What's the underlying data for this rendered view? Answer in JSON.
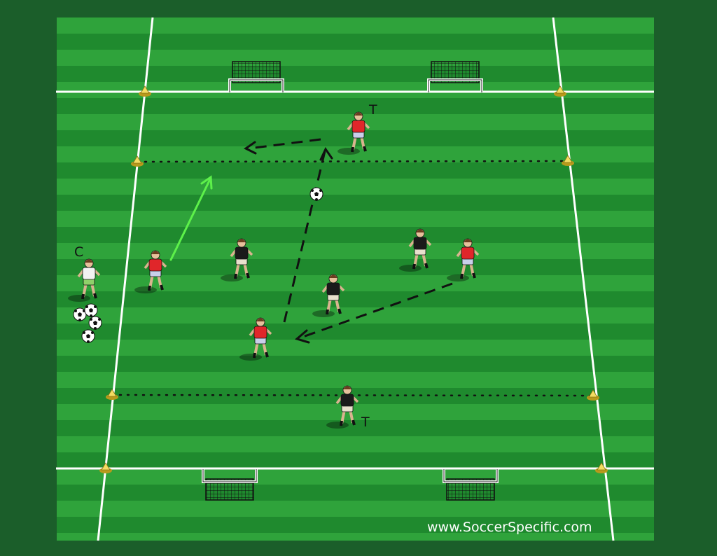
{
  "labels": {
    "coach": "C",
    "target_top": "T",
    "target_bottom": "T"
  },
  "watermark": "www.SoccerSpecific.com",
  "colors": {
    "background": "#1b5e2a",
    "grass_light": "#2fa33b",
    "grass_dark": "#1f8a2e",
    "lines": "#ffffff",
    "cones": "#f3dc62",
    "team_red": "#e0262a",
    "team_black": "#1a1a1a",
    "coach_kit": "#f2f2f2",
    "pass_arrow": "#111111",
    "run_arrow": "#5df04a"
  },
  "players": {
    "red": 4,
    "black": 4,
    "target_players": 2,
    "coach": 1
  },
  "equipment": {
    "goals": 4,
    "cones": 8,
    "balls_in_play": 1,
    "spare_balls": 4
  }
}
